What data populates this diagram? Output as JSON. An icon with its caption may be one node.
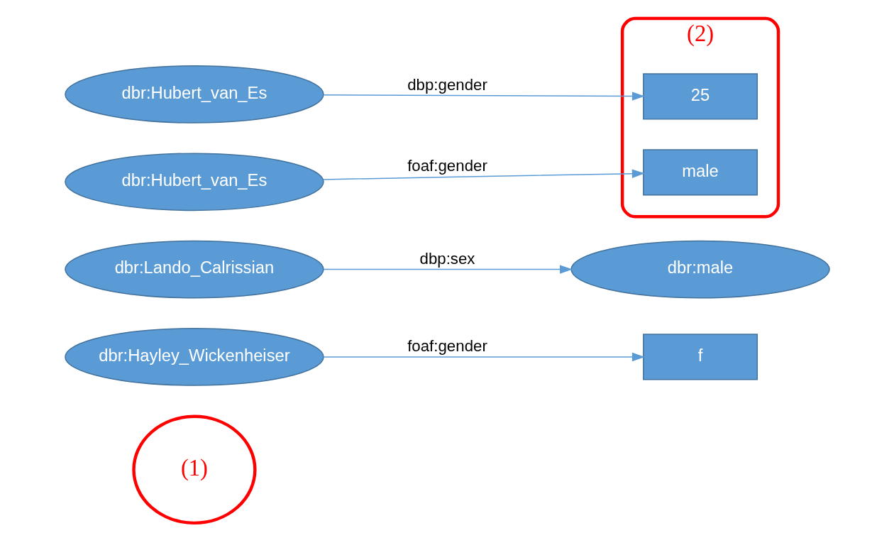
{
  "diagram": {
    "nodes": [
      {
        "text": [
          "(1)"
        ]
      },
      {
        "text": [
          "dbr:Hayley_Wickenheiser"
        ]
      },
      {
        "text": [
          "f"
        ]
      },
      {
        "text": [
          "dbr:Lando_Calrissian"
        ]
      },
      {
        "text": [
          "dbr:male"
        ]
      },
      {
        "text": [
          "(2)"
        ]
      },
      {
        "text": [
          "dbr:Hubert_van_Es"
        ]
      },
      {
        "text": [
          "25"
        ],
        "in": 5
      },
      {
        "text": [
          "dbr:Hubert_van_Es"
        ]
      },
      {
        "text": [
          "male"
        ],
        "in": 5
      }
    ],
    "edges": [
      {
        "from": 1,
        "to": 2,
        "arrow": "to",
        "label": "foaf:gender"
      },
      {
        "from": 3,
        "to": 4,
        "arrow": "to",
        "label": "dbp:sex"
      },
      {
        "from": 6,
        "to": 7,
        "arrow": "to",
        "label": "dbp:gender"
      },
      {
        "from": 8,
        "to": 9,
        "arrow": "to",
        "label": "foaf:gender"
      }
    ]
  }
}
